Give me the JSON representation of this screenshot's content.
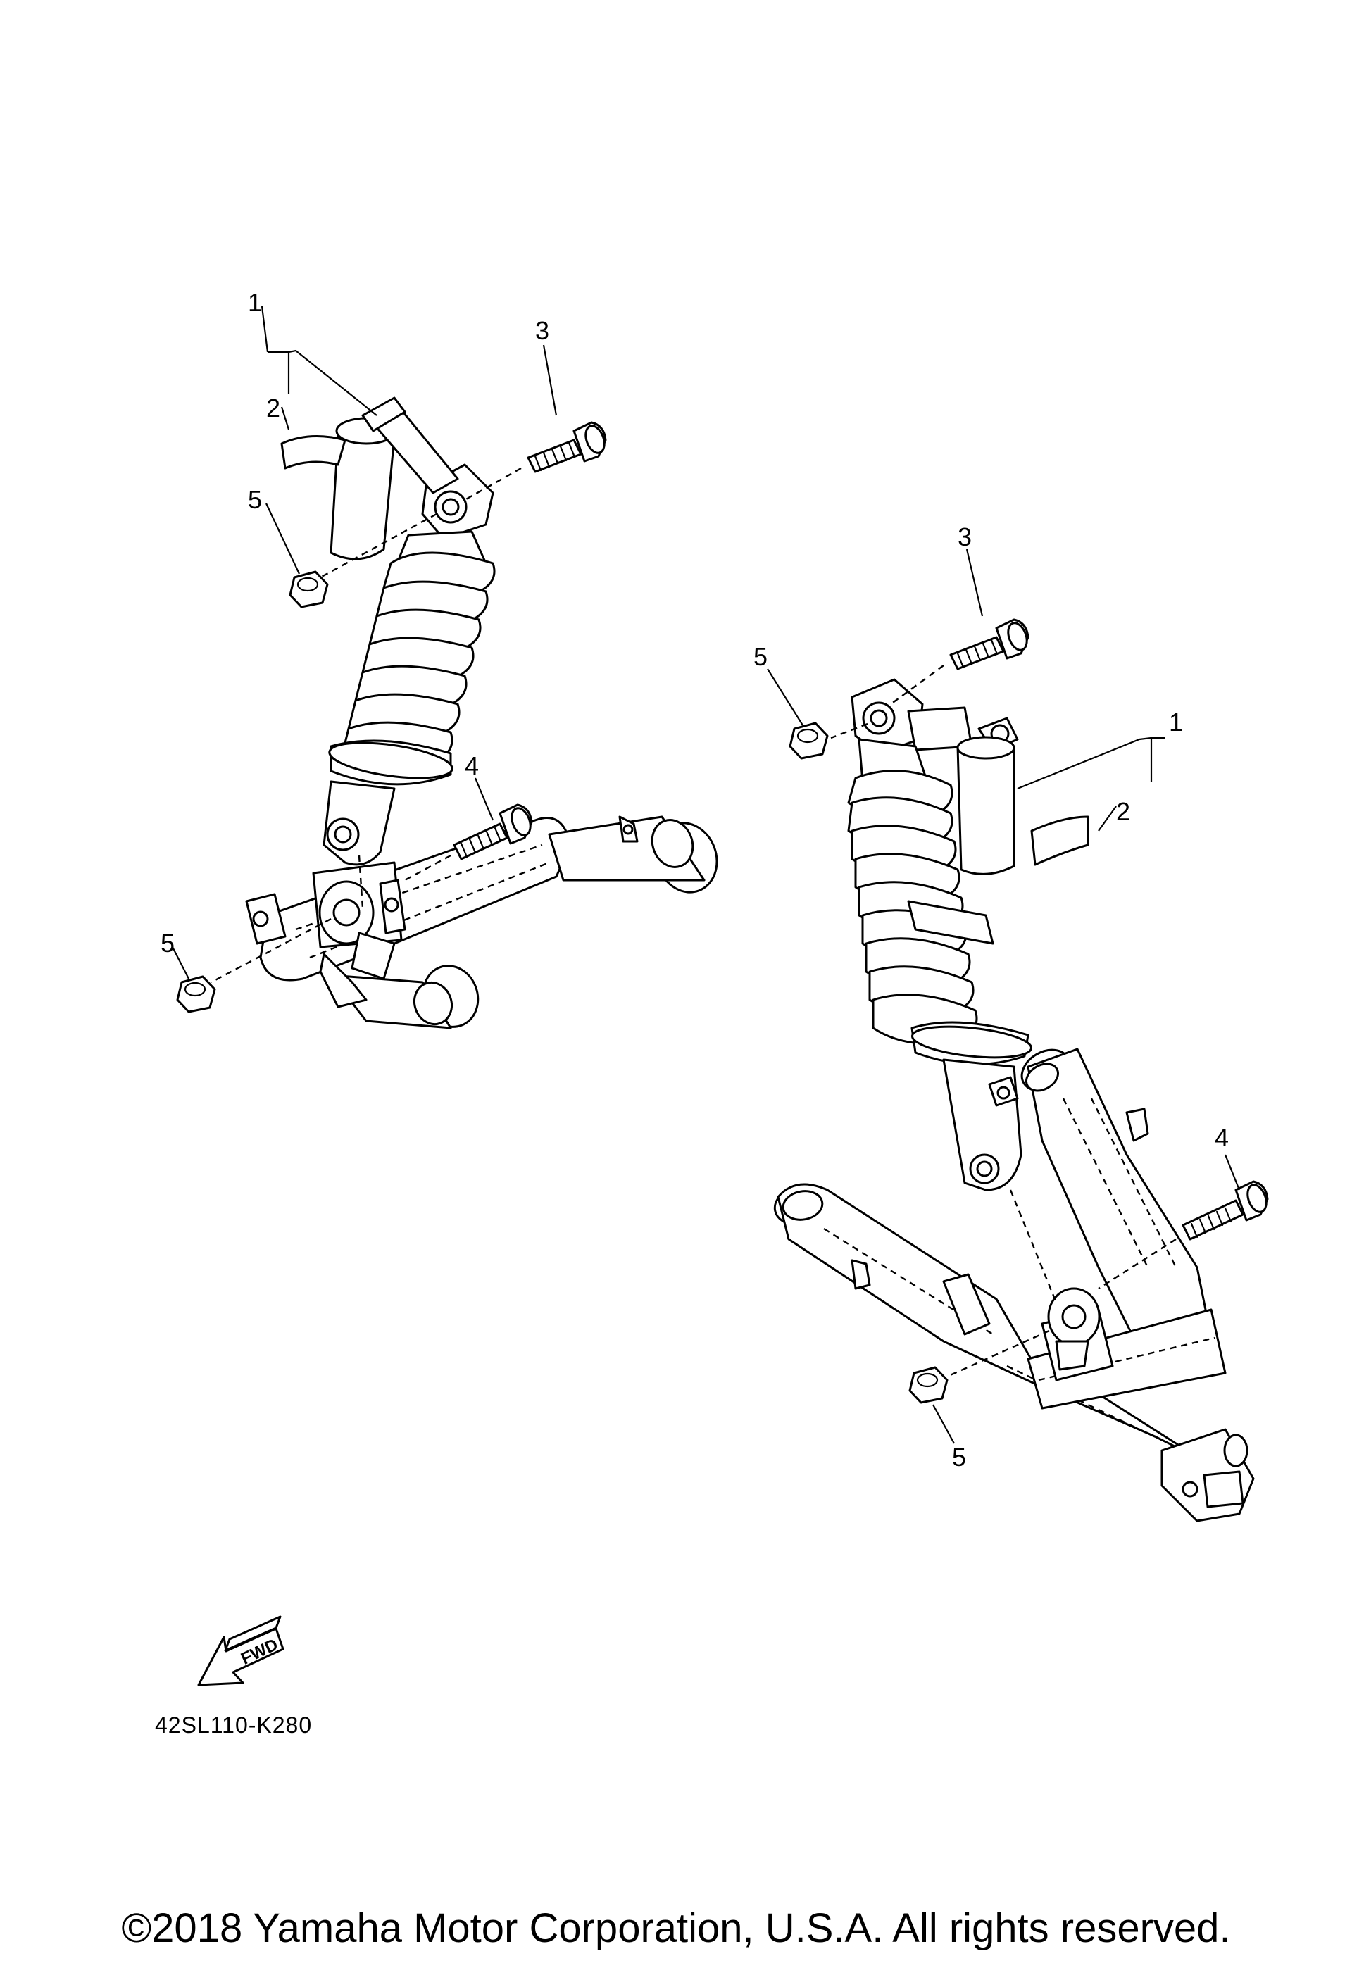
{
  "callouts": {
    "left": {
      "shock": "1",
      "band": "2",
      "upper_bolt": "3",
      "lower_bolt": "4",
      "upper_nut": "5",
      "lower_nut": "5"
    },
    "right": {
      "shock": "1",
      "band": "2",
      "upper_bolt": "3",
      "lower_bolt": "4",
      "upper_nut": "5",
      "lower_nut": "5"
    }
  },
  "fwd_label": "FWD",
  "diagram_code": "42SL110-K280",
  "copyright": "©2018 Yamaha Motor Corporation, U.S.A. All rights reserved."
}
